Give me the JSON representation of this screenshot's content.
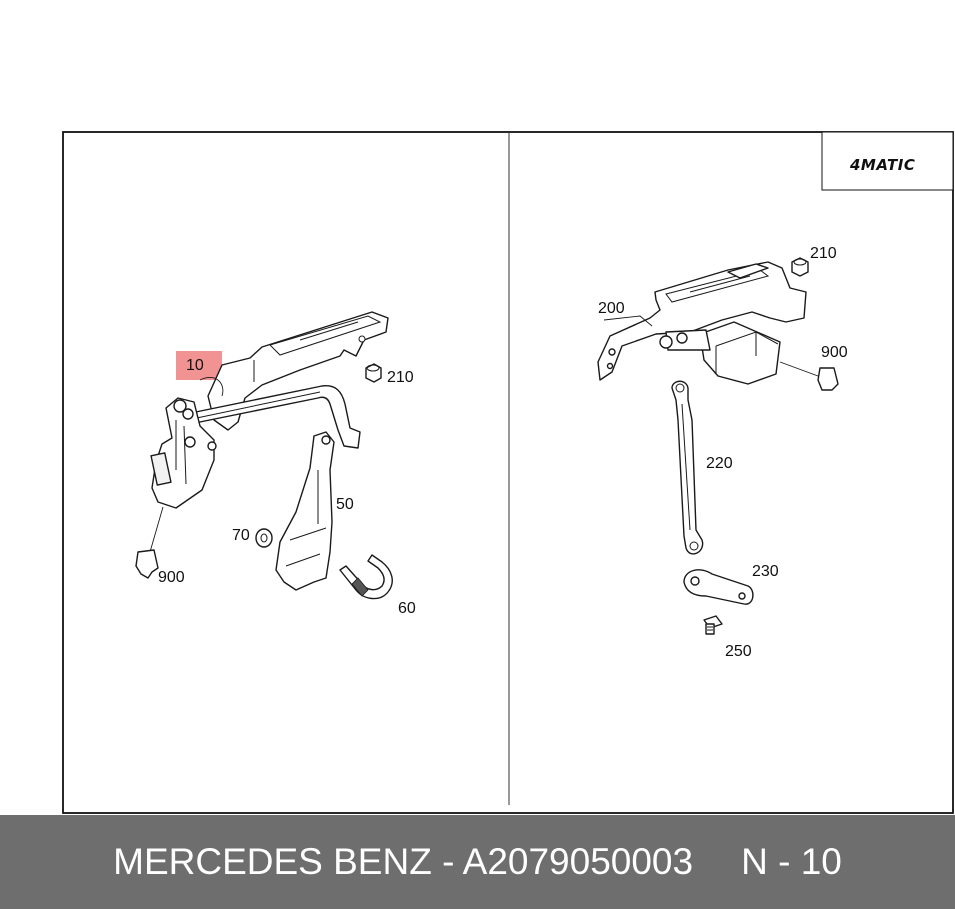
{
  "badge": {
    "text": "4MATIC"
  },
  "callouts": {
    "left": {
      "p10": "10",
      "p210": "210",
      "p50": "50",
      "p70": "70",
      "p900": "900",
      "p60": "60"
    },
    "right": {
      "p210": "210",
      "p200": "200",
      "p900": "900",
      "p220": "220",
      "p230": "230",
      "p250": "250"
    }
  },
  "highlight": {
    "callout": "10",
    "color": "#f08080"
  },
  "footer": {
    "title": "MERCEDES BENZ - A2079050003",
    "page": "N - 10",
    "background": "#6e6e6e"
  }
}
